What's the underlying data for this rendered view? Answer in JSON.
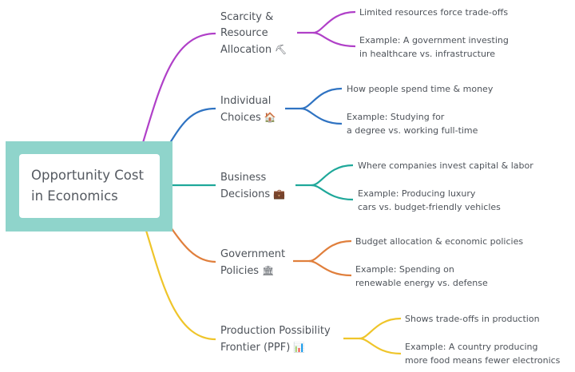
{
  "root": {
    "title_line1": "Opportunity Cost",
    "title_line2": "in Economics",
    "frame_color": "#8fd4cb"
  },
  "branches": [
    {
      "id": "scarcity",
      "color": "#b040c8",
      "label_lines": [
        "Scarcity &",
        "Resource",
        "Allocation"
      ],
      "icon": "⛏",
      "icon_name": "pick-icon",
      "leaves": [
        {
          "lines": [
            "Limited resources force trade-offs"
          ]
        },
        {
          "lines": [
            "Example: A government investing",
            "in healthcare vs. infrastructure"
          ]
        }
      ]
    },
    {
      "id": "individual",
      "color": "#2f73c2",
      "label_lines": [
        "Individual",
        "Choices"
      ],
      "icon": "🏠",
      "icon_name": "house-icon",
      "leaves": [
        {
          "lines": [
            "How people spend time & money"
          ]
        },
        {
          "lines": [
            "Example: Studying for",
            "a degree vs. working full-time"
          ]
        }
      ]
    },
    {
      "id": "business",
      "color": "#1fa89a",
      "label_lines": [
        "Business",
        "Decisions"
      ],
      "icon": "💼",
      "icon_name": "briefcase-icon",
      "leaves": [
        {
          "lines": [
            "Where companies invest capital & labor"
          ]
        },
        {
          "lines": [
            "Example: Producing luxury",
            "cars vs. budget-friendly vehicles"
          ]
        }
      ]
    },
    {
      "id": "government",
      "color": "#e07f3c",
      "label_lines": [
        "Government",
        "Policies"
      ],
      "icon": "🏛",
      "icon_name": "government-building-icon",
      "leaves": [
        {
          "lines": [
            "Budget allocation & economic policies"
          ]
        },
        {
          "lines": [
            "Example: Spending on",
            "renewable energy vs. defense"
          ]
        }
      ]
    },
    {
      "id": "ppf",
      "color": "#efc52a",
      "label_lines": [
        "Production Possibility",
        "Frontier (PPF)"
      ],
      "icon": "📊",
      "icon_name": "bar-chart-icon",
      "leaves": [
        {
          "lines": [
            "Shows trade-offs in production"
          ]
        },
        {
          "lines": [
            "Example: A country producing",
            "more food means fewer electronics"
          ]
        }
      ]
    }
  ]
}
